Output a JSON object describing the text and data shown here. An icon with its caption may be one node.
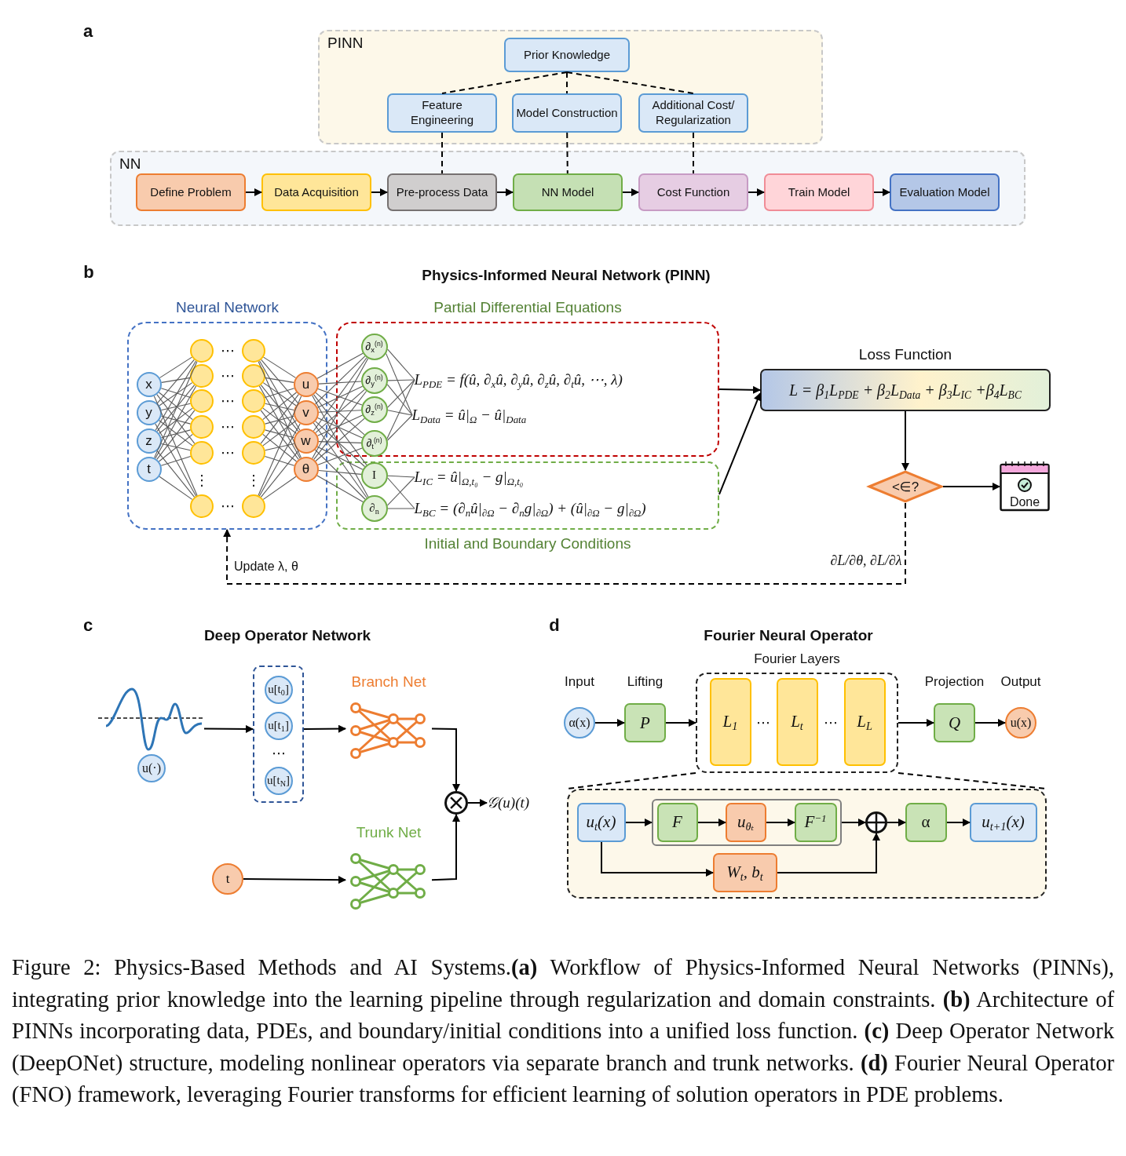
{
  "diagram": {
    "caption": "Figure 2: Physics-Based Methods and AI Systems.**(a)** Workflow of Physics-Informed Neural Networks (PINNs), integrating prior knowledge into the learning pipeline through regularization and domain constraints. **(b)** Architecture of PINNs incorporating data, PDEs, and boundary/initial conditions into a unified loss function. **(c)** Deep Operator Network (DeepONet) structure, modeling nonlinear operators via separate branch and trunk networks. **(d)** Fourier Neural Operator (FNO) framework, leveraging Fourier transforms for efficient learning of solution operators in PDE problems.",
    "nodes": [
      {
        "text": [
          "PINN"
        ]
      },
      {
        "text": [
          "Prior Knowledge"
        ],
        "in": 0
      },
      {
        "text": [
          "Feature Engineering"
        ],
        "in": 0
      },
      {
        "text": [
          "Model Construction"
        ],
        "in": 0
      },
      {
        "text": [
          "Additional Cost/ Regularization"
        ],
        "in": 0
      },
      {
        "text": [
          "NN"
        ]
      },
      {
        "text": [
          "Define Problem"
        ],
        "in": 5
      },
      {
        "text": [
          "Data Acquisition"
        ],
        "in": 5
      },
      {
        "text": [
          "Pre-process Data"
        ],
        "in": 5
      },
      {
        "text": [
          "NN Model"
        ],
        "in": 5
      },
      {
        "text": [
          "Cost Function"
        ],
        "in": 5
      },
      {
        "text": [
          "Train Model"
        ],
        "in": 5
      },
      {
        "text": [
          "Evaluation Model"
        ],
        "in": 5
      },
      {
        "text": [
          "Neural Network"
        ]
      },
      {
        "text": [
          "x"
        ],
        "in": 13
      },
      {
        "text": [
          "y"
        ],
        "in": 13
      },
      {
        "text": [
          "z"
        ],
        "in": 13
      },
      {
        "text": [
          "t"
        ],
        "in": 13
      },
      {
        "text": [],
        "shape": "circle",
        "in": 13
      },
      {
        "text": [],
        "shape": "circle",
        "in": 13
      },
      {
        "text": [],
        "shape": "circle",
        "in": 13
      },
      {
        "text": [],
        "shape": "circle",
        "in": 13
      },
      {
        "text": [],
        "shape": "circle",
        "in": 13
      },
      {
        "text": [],
        "shape": "circle",
        "in": 13
      },
      {
        "text": [],
        "shape": "circle",
        "in": 13
      },
      {
        "text": [],
        "shape": "circle",
        "in": 13
      },
      {
        "text": [],
        "shape": "circle",
        "in": 13
      },
      {
        "text": [],
        "shape": "circle",
        "in": 13
      },
      {
        "text": [],
        "shape": "circle",
        "in": 13
      },
      {
        "text": [],
        "shape": "circle",
        "in": 13
      },
      {
        "text": [
          "u"
        ],
        "in": 13
      },
      {
        "text": [
          "v"
        ],
        "in": 13
      },
      {
        "text": [
          "w"
        ],
        "in": 13
      },
      {
        "text": [
          "θ"
        ],
        "in": 13
      },
      {
        "text": [
          "Partial Differential Equations"
        ]
      },
      {
        "text": [
          "∂$_{x}$$^{(n)}$"
        ],
        "in": 34
      },
      {
        "text": [
          "∂$_{y}$$^{(n)}$"
        ],
        "in": 34
      },
      {
        "text": [
          "∂$_{z}$$^{(n)}$"
        ],
        "in": 34
      },
      {
        "text": [
          "∂$_{t}$$^{(n)}$"
        ],
        "in": 34
      },
      {
        "text": [
          "L$_{PDE}$ = f(û, ∂$_{x}$û, ∂$_{y}$û, ∂$_{z}$û, ∂$_{t}$û, ⋯, λ)"
        ],
        "in": 34
      },
      {
        "text": [
          "L$_{Data}$ = û|$_{Ω}$ − û|$_{Data}$"
        ],
        "in": 34
      },
      {
        "text": [
          "Initial and Boundary Conditions"
        ]
      },
      {
        "text": [
          "I"
        ],
        "in": 41
      },
      {
        "text": [
          "∂$_{n}$"
        ],
        "in": 41
      },
      {
        "text": [
          "L$_{IC}$ = û|$_{Ω,t₀}$ − g|$_{Ω,t₀}$"
        ],
        "in": 41
      },
      {
        "text": [
          "L$_{BC}$ = (∂$_{n}$û|$_{∂Ω}$ − ∂$_{n}$g|$_{∂Ω}$) + (û|$_{∂Ω}$ − g|$_{∂Ω}$)"
        ],
        "in": 41
      },
      {
        "text": [
          "Loss Function",
          "L = β$_{1}$L$_{PDE}$ + β$_{2}$L$_{Data}$ + β$_{3}$L$_{IC}$ +β$_{4}$L$_{BC}$"
        ]
      },
      {
        "text": [
          "<∈?"
        ]
      },
      {
        "text": [
          "Done"
        ]
      },
      {
        "text": [],
        "shape": "picture"
      },
      {
        "text": [
          "u(·)"
        ]
      },
      {
        "text": [],
        "shape": "box"
      },
      {
        "text": [
          "u[t$_{0}$]"
        ],
        "in": 51
      },
      {
        "text": [
          "u[t$_{1}$]"
        ],
        "in": 51
      },
      {
        "text": [
          "u[t$_{N}$]"
        ],
        "in": 51
      },
      {
        "text": [
          "Branch Net"
        ]
      },
      {
        "text": [
          "t"
        ]
      },
      {
        "text": [
          "Trunk Net"
        ]
      },
      {
        "text": [],
        "shape": "circle"
      },
      {
        "text": [
          "𝒢(u)(t)"
        ]
      },
      {
        "text": [
          "α(x)"
        ],
        "beside": [
          "Input"
        ]
      },
      {
        "text": [
          "P"
        ],
        "beside": [
          "Lifting"
        ]
      },
      {
        "text": [
          "Fourier Layers"
        ]
      },
      {
        "text": [
          "L$_{1}$"
        ],
        "in": 62
      },
      {
        "text": [
          "L$_{t}$"
        ],
        "in": 62
      },
      {
        "text": [
          "L$_{L}$"
        ],
        "in": 62
      },
      {
        "text": [
          "Q"
        ],
        "beside": [
          "Projection"
        ]
      },
      {
        "text": [
          "u(x)"
        ],
        "beside": [
          "Output"
        ]
      },
      {
        "text": [],
        "shape": "box"
      },
      {
        "text": [
          "u$_{t}$(x)"
        ],
        "in": 68
      },
      {
        "text": [],
        "shape": "box",
        "in": 68
      },
      {
        "text": [
          "F"
        ],
        "in": 70
      },
      {
        "text": [
          "u$_{θₜ}$"
        ],
        "in": 70
      },
      {
        "text": [
          "F$^{−1}$"
        ],
        "in": 70
      },
      {
        "text": [],
        "shape": "circle",
        "in": 68
      },
      {
        "text": [
          "α"
        ],
        "in": 68
      },
      {
        "text": [
          "u$_{t+1}$(x)"
        ],
        "in": 68
      },
      {
        "text": [
          "W$_{t}$, b$_{t}$"
        ],
        "in": 68
      }
    ],
    "edges": [
      {
        "from": 1,
        "to": 2,
        "arrow": "none",
        "style": "dashed"
      },
      {
        "from": 1,
        "to": 3,
        "arrow": "none",
        "style": "dashed"
      },
      {
        "from": 1,
        "to": 4,
        "arrow": "none",
        "style": "dashed"
      },
      {
        "from": 2,
        "to": 8,
        "arrow": "none",
        "style": "dashed"
      },
      {
        "from": 3,
        "to": 9,
        "arrow": "none",
        "style": "dashed"
      },
      {
        "from": 4,
        "to": 10,
        "arrow": "none",
        "style": "dashed"
      },
      {
        "from": 6,
        "to": 7,
        "arrow": "to"
      },
      {
        "from": 7,
        "to": 8,
        "arrow": "to"
      },
      {
        "from": 8,
        "to": 9,
        "arrow": "to"
      },
      {
        "from": 9,
        "to": 10,
        "arrow": "to"
      },
      {
        "from": 10,
        "to": 11,
        "arrow": "to"
      },
      {
        "from": 11,
        "to": 12,
        "arrow": "to"
      },
      {
        "from": 14,
        "to": 18,
        "arrow": "none",
        "color": "#595959"
      },
      {
        "from": 14,
        "to": 19,
        "arrow": "none",
        "color": "#595959"
      },
      {
        "from": 14,
        "to": 20,
        "arrow": "none",
        "color": "#595959"
      },
      {
        "from": 14,
        "to": 21,
        "arrow": "none",
        "color": "#595959"
      },
      {
        "from": 14,
        "to": 22,
        "arrow": "none",
        "color": "#595959"
      },
      {
        "from": 14,
        "to": 23,
        "arrow": "none",
        "color": "#595959"
      },
      {
        "from": 15,
        "to": 18,
        "arrow": "none",
        "color": "#595959"
      },
      {
        "from": 15,
        "to": 19,
        "arrow": "none",
        "color": "#595959"
      },
      {
        "from": 15,
        "to": 20,
        "arrow": "none",
        "color": "#595959"
      },
      {
        "from": 15,
        "to": 21,
        "arrow": "none",
        "color": "#595959"
      },
      {
        "from": 15,
        "to": 22,
        "arrow": "none",
        "color": "#595959"
      },
      {
        "from": 15,
        "to": 23,
        "arrow": "none",
        "color": "#595959"
      },
      {
        "from": 16,
        "to": 18,
        "arrow": "none",
        "color": "#595959"
      },
      {
        "from": 16,
        "to": 19,
        "arrow": "none",
        "color": "#595959"
      },
      {
        "from": 16,
        "to": 20,
        "arrow": "none",
        "color": "#595959"
      },
      {
        "from": 16,
        "to": 21,
        "arrow": "none",
        "color": "#595959"
      },
      {
        "from": 16,
        "to": 22,
        "arrow": "none",
        "color": "#595959"
      },
      {
        "from": 16,
        "to": 23,
        "arrow": "none",
        "color": "#595959"
      },
      {
        "from": 17,
        "to": 18,
        "arrow": "none",
        "color": "#595959"
      },
      {
        "from": 17,
        "to": 19,
        "arrow": "none",
        "color": "#595959"
      },
      {
        "from": 17,
        "to": 20,
        "arrow": "none",
        "color": "#595959"
      },
      {
        "from": 17,
        "to": 21,
        "arrow": "none",
        "color": "#595959"
      },
      {
        "from": 17,
        "to": 22,
        "arrow": "none",
        "color": "#595959"
      },
      {
        "from": 17,
        "to": 23,
        "arrow": "none",
        "color": "#595959"
      },
      {
        "from": 24,
        "to": 30,
        "arrow": "none",
        "color": "#595959"
      },
      {
        "from": 24,
        "to": 31,
        "arrow": "none",
        "color": "#595959"
      },
      {
        "from": 24,
        "to": 32,
        "arrow": "none",
        "color": "#595959"
      },
      {
        "from": 24,
        "to": 33,
        "arrow": "none",
        "color": "#595959"
      },
      {
        "from": 25,
        "to": 30,
        "arrow": "none",
        "color": "#595959"
      },
      {
        "from": 25,
        "to": 31,
        "arrow": "none",
        "color": "#595959"
      },
      {
        "from": 25,
        "to": 32,
        "arrow": "none",
        "color": "#595959"
      },
      {
        "from": 25,
        "to": 33,
        "arrow": "none",
        "color": "#595959"
      },
      {
        "from": 26,
        "to": 30,
        "arrow": "none",
        "color": "#595959"
      },
      {
        "from": 26,
        "to": 31,
        "arrow": "none",
        "color": "#595959"
      },
      {
        "from": 26,
        "to": 32,
        "arrow": "none",
        "color": "#595959"
      },
      {
        "from": 26,
        "to": 33,
        "arrow": "none",
        "color": "#595959"
      },
      {
        "from": 27,
        "to": 30,
        "arrow": "none",
        "color": "#595959"
      },
      {
        "from": 27,
        "to": 31,
        "arrow": "none",
        "color": "#595959"
      },
      {
        "from": 27,
        "to": 32,
        "arrow": "none",
        "color": "#595959"
      },
      {
        "from": 27,
        "to": 33,
        "arrow": "none",
        "color": "#595959"
      },
      {
        "from": 28,
        "to": 30,
        "arrow": "none",
        "color": "#595959"
      },
      {
        "from": 28,
        "to": 31,
        "arrow": "none",
        "color": "#595959"
      },
      {
        "from": 28,
        "to": 32,
        "arrow": "none",
        "color": "#595959"
      },
      {
        "from": 28,
        "to": 33,
        "arrow": "none",
        "color": "#595959"
      },
      {
        "from": 29,
        "to": 30,
        "arrow": "none",
        "color": "#595959"
      },
      {
        "from": 29,
        "to": 31,
        "arrow": "none",
        "color": "#595959"
      },
      {
        "from": 29,
        "to": 32,
        "arrow": "none",
        "color": "#595959"
      },
      {
        "from": 29,
        "to": 33,
        "arrow": "none",
        "color": "#595959"
      },
      {
        "from": 30,
        "to": 35,
        "arrow": "none",
        "color": "#595959"
      },
      {
        "from": 30,
        "to": 36,
        "arrow": "none",
        "color": "#595959"
      },
      {
        "from": 30,
        "to": 37,
        "arrow": "none",
        "color": "#595959"
      },
      {
        "from": 30,
        "to": 38,
        "arrow": "none",
        "color": "#595959"
      },
      {
        "from": 30,
        "to": 42,
        "arrow": "none",
        "color": "#595959"
      },
      {
        "from": 30,
        "to": 43,
        "arrow": "none",
        "color": "#595959"
      },
      {
        "from": 31,
        "to": 35,
        "arrow": "none",
        "color": "#595959"
      },
      {
        "from": 31,
        "to": 36,
        "arrow": "none",
        "color": "#595959"
      },
      {
        "from": 31,
        "to": 37,
        "arrow": "none",
        "color": "#595959"
      },
      {
        "from": 31,
        "to": 38,
        "arrow": "none",
        "color": "#595959"
      },
      {
        "from": 31,
        "to": 42,
        "arrow": "none",
        "color": "#595959"
      },
      {
        "from": 31,
        "to": 43,
        "arrow": "none",
        "color": "#595959"
      },
      {
        "from": 32,
        "to": 35,
        "arrow": "none",
        "color": "#595959"
      },
      {
        "from": 32,
        "to": 36,
        "arrow": "none",
        "color": "#595959"
      },
      {
        "from": 32,
        "to": 37,
        "arrow": "none",
        "color": "#595959"
      },
      {
        "from": 32,
        "to": 38,
        "arrow": "none",
        "color": "#595959"
      },
      {
        "from": 32,
        "to": 42,
        "arrow": "none",
        "color": "#595959"
      },
      {
        "from": 32,
        "to": 43,
        "arrow": "none",
        "color": "#595959"
      },
      {
        "from": 33,
        "to": 35,
        "arrow": "none",
        "color": "#595959"
      },
      {
        "from": 33,
        "to": 36,
        "arrow": "none",
        "color": "#595959"
      },
      {
        "from": 33,
        "to": 37,
        "arrow": "none",
        "color": "#595959"
      },
      {
        "from": 33,
        "to": 38,
        "arrow": "none",
        "color": "#595959"
      },
      {
        "from": 33,
        "to": 42,
        "arrow": "none",
        "color": "#595959"
      },
      {
        "from": 33,
        "to": 43,
        "arrow": "none",
        "color": "#595959"
      },
      {
        "from": 35,
        "to": 39,
        "arrow": "none",
        "color": "#595959"
      },
      {
        "from": 35,
        "to": 40,
        "arrow": "none",
        "color": "#595959"
      },
      {
        "from": 36,
        "to": 39,
        "arrow": "none",
        "color": "#595959"
      },
      {
        "from": 36,
        "to": 40,
        "arrow": "none",
        "color": "#595959"
      },
      {
        "from": 37,
        "to": 39,
        "arrow": "none",
        "color": "#595959"
      },
      {
        "from": 37,
        "to": 40,
        "arrow": "none",
        "color": "#595959"
      },
      {
        "from": 38,
        "to": 39,
        "arrow": "none",
        "color": "#595959"
      },
      {
        "from": 38,
        "to": 40,
        "arrow": "none",
        "color": "#595959"
      },
      {
        "from": 42,
        "to": 44,
        "arrow": "none",
        "color": "#595959"
      },
      {
        "from": 42,
        "to": 45,
        "arrow": "none",
        "color": "#595959"
      },
      {
        "from": 43,
        "to": 44,
        "arrow": "none",
        "color": "#595959"
      },
      {
        "from": 43,
        "to": 45,
        "arrow": "none",
        "color": "#595959"
      },
      {
        "from": 34,
        "to": 46,
        "arrow": "to"
      },
      {
        "from": 41,
        "to": 46,
        "arrow": "to"
      },
      {
        "from": 46,
        "to": 47,
        "arrow": "to"
      },
      {
        "from": 47,
        "to": 48,
        "arrow": "to"
      },
      {
        "from": 47,
        "to": 13,
        "arrow": "to",
        "style": "dashed",
        "label": "∂L/∂θ, ∂L/∂λ"
      },
      {
        "from": 49,
        "to": 51,
        "arrow": "to"
      },
      {
        "from": 51,
        "to": 55,
        "arrow": "to"
      },
      {
        "from": 55,
        "to": 58,
        "arrow": "to"
      },
      {
        "from": 56,
        "to": 57,
        "arrow": "to"
      },
      {
        "from": 57,
        "to": 58,
        "arrow": "to"
      },
      {
        "from": 58,
        "to": 59,
        "arrow": "to"
      },
      {
        "from": 60,
        "to": 61,
        "arrow": "to"
      },
      {
        "from": 61,
        "to": 62,
        "arrow": "to"
      },
      {
        "from": 62,
        "to": 66,
        "arrow": "to"
      },
      {
        "from": 66,
        "to": 67,
        "arrow": "to"
      },
      {
        "from": 62,
        "to": 68,
        "arrow": "none",
        "style": "dashed"
      },
      {
        "from": 62,
        "to": 68,
        "arrow": "none",
        "style": "dashed"
      },
      {
        "from": 69,
        "to": 70,
        "arrow": "to"
      },
      {
        "from": 71,
        "to": 72,
        "arrow": "to"
      },
      {
        "from": 72,
        "to": 73,
        "arrow": "to"
      },
      {
        "from": 70,
        "to": 74,
        "arrow": "to"
      },
      {
        "from": 74,
        "to": 75,
        "arrow": "to"
      },
      {
        "from": 75,
        "to": 76,
        "arrow": "to"
      },
      {
        "from": 69,
        "to": 77,
        "arrow": "to"
      },
      {
        "from": 77,
        "to": 74,
        "arrow": "to"
      }
    ],
    "labels": [
      "a",
      "b",
      "Physics-Informed Neural Network (PINN)",
      "⋯",
      "⋯",
      "⋯",
      "⋯",
      "⋯",
      "⋮",
      "⋮",
      "⋯",
      "Update λ, θ",
      "c",
      "Deep Operator Network",
      "⋯",
      "d",
      "Fourier Neural Operator",
      "⋯",
      "⋯"
    ]
  }
}
